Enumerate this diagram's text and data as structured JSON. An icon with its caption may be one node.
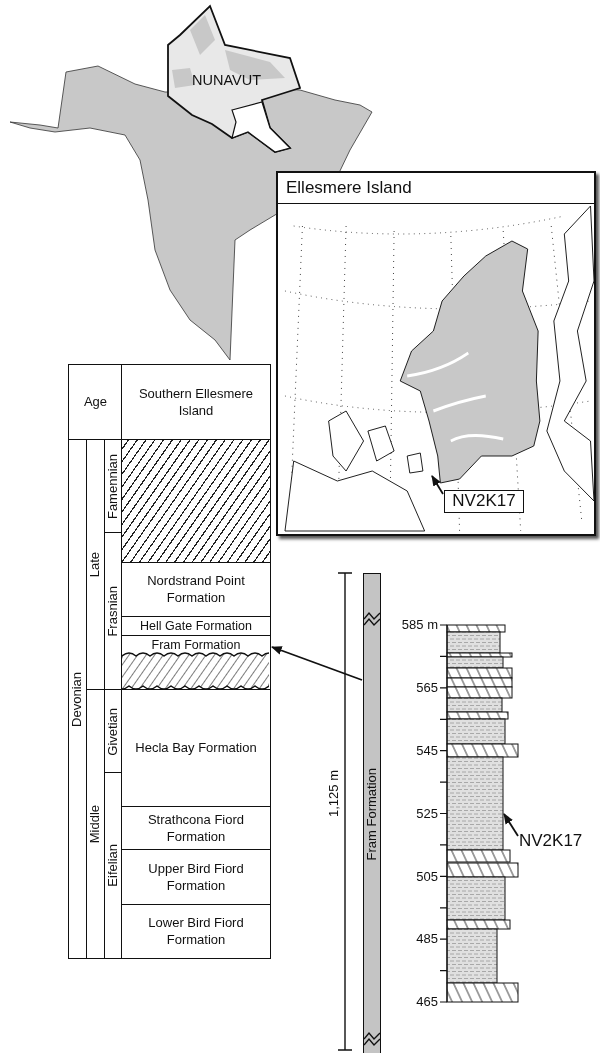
{
  "diagram": {
    "nodes": [
      {
        "text": [
          "Ellesmere Island"
        ]
      },
      {
        "text": [
          "NV2K17"
        ],
        "in": 0
      },
      {
        "text": [
          "Age"
        ]
      },
      {
        "text": [
          "Southern Ellesmere Island"
        ]
      },
      {
        "text": [
          "Devonian"
        ]
      },
      {
        "text": [
          "Late"
        ]
      },
      {
        "text": [
          "Middle"
        ]
      },
      {
        "text": [
          "Famennian"
        ]
      },
      {
        "text": [
          "Frasnian"
        ]
      },
      {
        "text": [
          "Givetian"
        ]
      },
      {
        "text": [
          "Eifelian"
        ]
      },
      {
        "text": [],
        "shape": "box"
      },
      {
        "text": [
          "Nordstrand Point Formation"
        ]
      },
      {
        "text": [
          "Hell Gate Formation"
        ]
      },
      {
        "text": [
          "Fram Formation"
        ]
      },
      {
        "text": [
          "Hecla Bay Formation"
        ]
      },
      {
        "text": [
          "Strathcona Fiord Formation"
        ]
      },
      {
        "text": [
          "Upper Bird Fiord Formation"
        ]
      },
      {
        "text": [
          "Lower Bird Fiord Formation"
        ]
      },
      {
        "text": [
          "Fram Formation"
        ]
      },
      {
        "text": [
          "NV2K17"
        ]
      },
      {
        "text": [],
        "shape": "box"
      }
    ],
    "edges": [
      {
        "from": 1,
        "to": null,
        "arrow": "to"
      },
      {
        "from": 19,
        "to": 14,
        "arrow": "to"
      },
      {
        "from": 20,
        "to": 21,
        "arrow": "to"
      }
    ],
    "labels": [
      "NUNAVUT",
      "1,125 m",
      "585 m",
      "565",
      "545",
      "525",
      "505",
      "485",
      "465"
    ]
  }
}
